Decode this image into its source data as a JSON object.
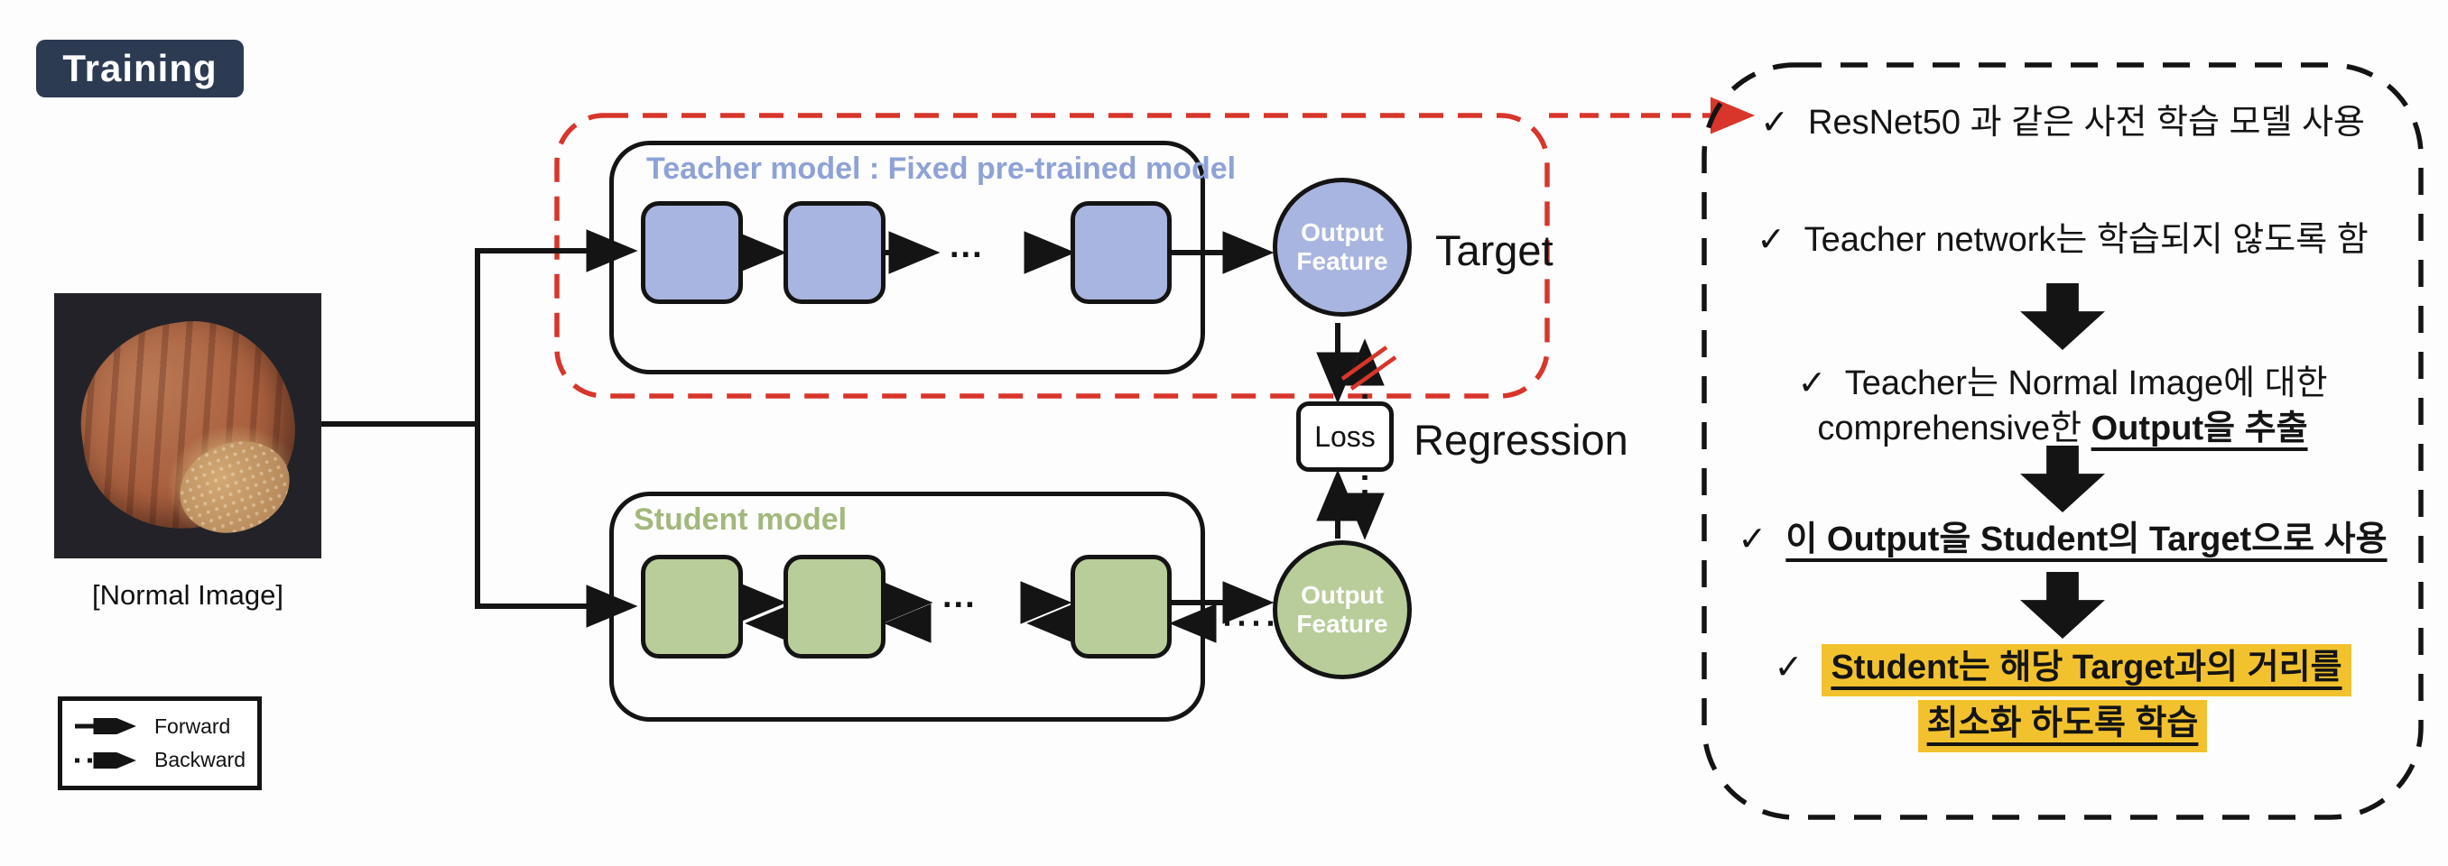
{
  "badge": {
    "label": "Training"
  },
  "input": {
    "caption": "[Normal Image]"
  },
  "legend": {
    "forward_label": "Forward",
    "backward_label": "Backward"
  },
  "teacher": {
    "title": "Teacher model : Fixed pre-trained model",
    "ellipsis": "...",
    "circle_line1": "Output",
    "circle_line2": "Feature",
    "target_label": "Target"
  },
  "student": {
    "title": "Student model",
    "ellipsis": "...",
    "circle_line1": "Output",
    "circle_line2": "Feature"
  },
  "loss": {
    "label": "Loss",
    "regression_label": "Regression"
  },
  "panel": {
    "check": "✓",
    "item1": "ResNet50 과 같은 사전 학습 모델 사용",
    "item2": "Teacher network는 학습되지 않도록 함",
    "item3_line1": "Teacher는 Normal Image에 대한",
    "item3_line2_prefix": "comprehensive한 ",
    "item3_line2_emph": "Output을 추출",
    "item4": "이 Output을 Student의 Target으로  사용",
    "item5_line1": "Student는 해당 Target과의 거리를",
    "item5_line2": "최소화 하도록 학습"
  },
  "colors": {
    "badge_navy": "#2c3a52",
    "teacher_fill": "#a8b5e0",
    "teacher_label": "#8fa2d6",
    "student_fill": "#b8cd99",
    "student_label": "#a3b87c",
    "red_dashed": "#d8352b",
    "highlight_yellow": "#f2c22e",
    "line_black": "#141414"
  }
}
